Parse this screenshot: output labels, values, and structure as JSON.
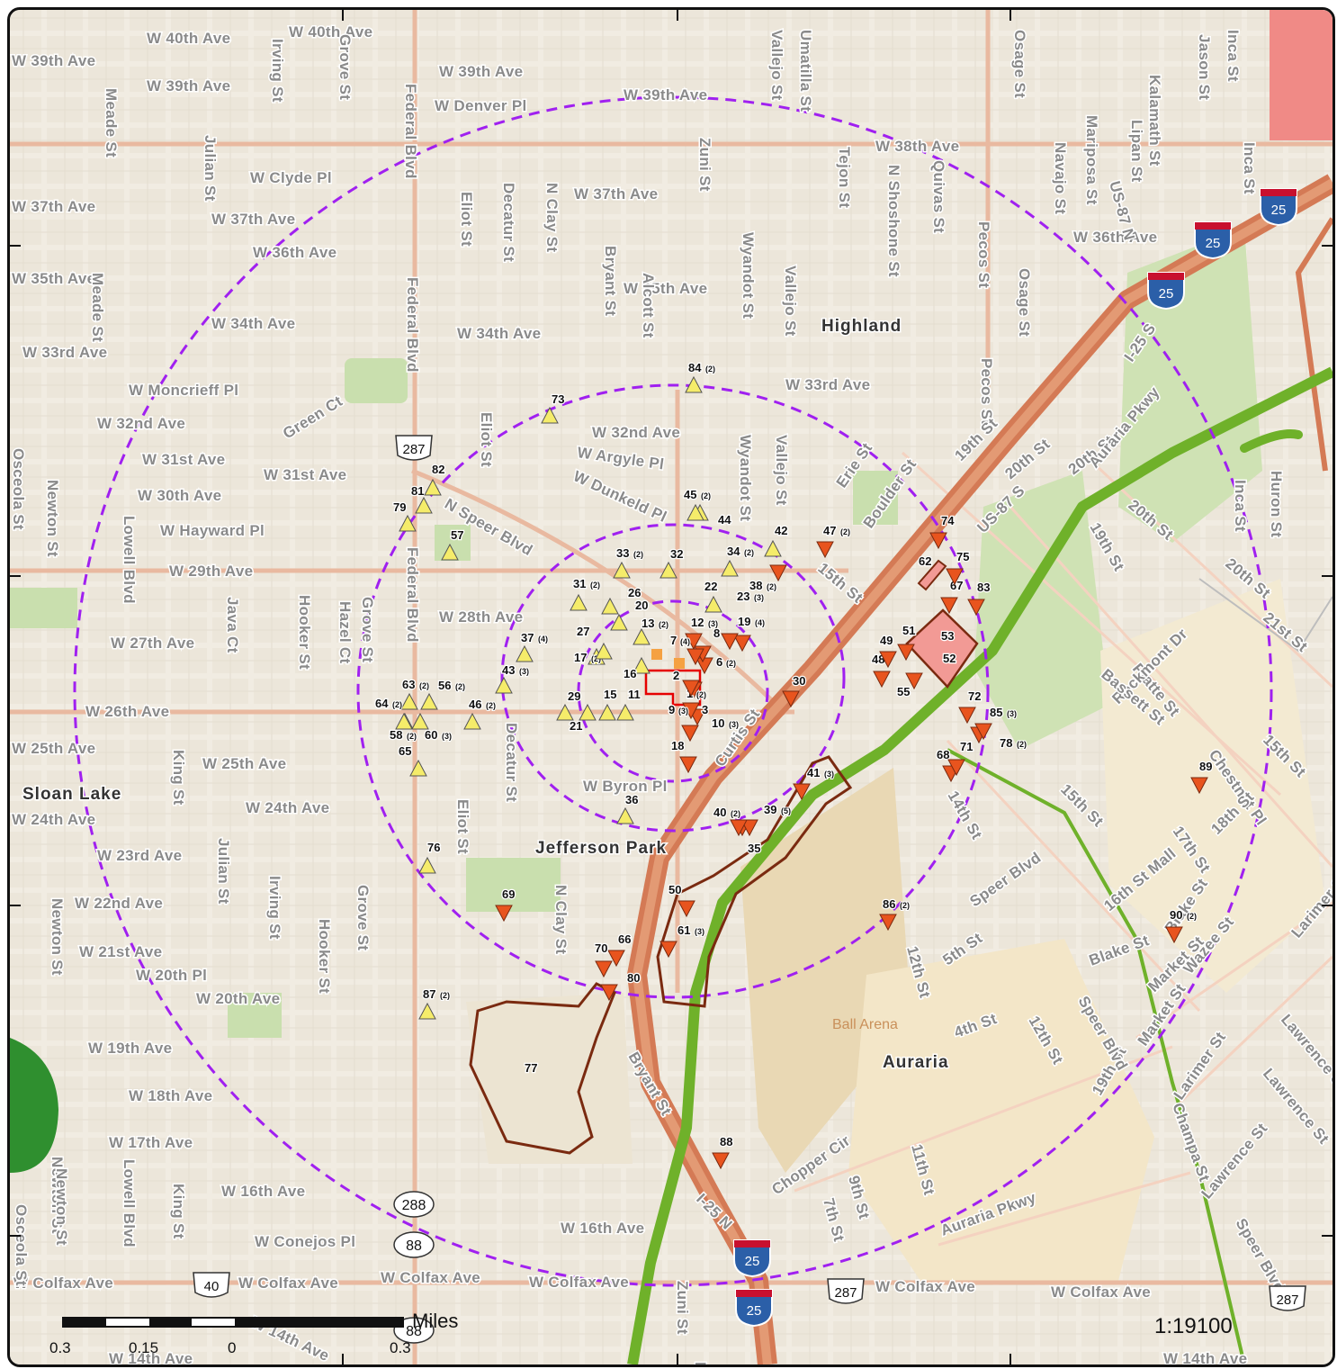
{
  "map": {
    "scale_ratio": "1:19100",
    "scale_bar": {
      "unit": "Miles",
      "ticks": [
        "0.3",
        "0.15",
        "0",
        "0.3"
      ]
    },
    "neighborhoods": [
      "Highland",
      "Jefferson Park",
      "Sloan Lake",
      "Auraria"
    ],
    "poi": [
      "Ball Arena"
    ],
    "colors": {
      "buffer_ring": "#a020f0",
      "site_up": "#f5ec6a",
      "site_down": "#e8541e",
      "focus_outline": "#e60000",
      "polygon_fill": "#f29a95",
      "polygon_outline": "#7a2a10",
      "river": "#6fb12a"
    },
    "route_shields": [
      "287",
      "287",
      "287",
      "288",
      "88",
      "88",
      "40",
      "25",
      "25",
      "25",
      "25",
      "25"
    ],
    "streets": [
      "W 40th Ave",
      "W 40th Ave",
      "W 39th Ave",
      "W 39th Ave",
      "W 39th Ave",
      "W 39th Ave",
      "W Denver Pl",
      "W 38th Ave",
      "W Clyde Pl",
      "W 37th Ave",
      "W 37th Ave",
      "W 37th Ave",
      "W 36th Ave",
      "W 36th Ave",
      "W 35th Ave",
      "W 35th Ave",
      "W 34th Ave",
      "W 34th Ave",
      "W 33rd Ave",
      "W 33rd Ave",
      "W Moncrieff Pl",
      "W 32nd Ave",
      "W 32nd Ave",
      "Green Ct",
      "W Argyle Pl",
      "W 31st Ave",
      "W 31st Ave",
      "W 30th Ave",
      "W Dunkeld Pl",
      "W Hayward Pl",
      "N Speer Blvd",
      "W 29th Ave",
      "W 28th Ave",
      "W 27th Ave",
      "W 26th Ave",
      "W 25th Ave",
      "W 25th Ave",
      "W 24th Ave",
      "W 24th Ave",
      "W Byron Pl",
      "W 23rd Ave",
      "W 22nd Ave",
      "W 21st Ave",
      "W 20th Pl",
      "W 20th Ave",
      "W 19th Ave",
      "W 18th Ave",
      "W 17th Ave",
      "W 16th Ave",
      "W 16th Ave",
      "W Conejos Pl",
      "W Colfax Ave",
      "W Colfax Ave",
      "W Colfax Ave",
      "W Colfax Ave",
      "W Colfax Ave",
      "W Colfax Ave",
      "W 14th Ave",
      "W 14th Ave",
      "W 14th Ave",
      "Meade St",
      "Meade St",
      "Julian St",
      "Julian St",
      "Irving St",
      "Irving St",
      "Grove St",
      "Grove St",
      "Grove St",
      "Federal Blvd",
      "Federal Blvd",
      "Federal Blvd",
      "Eliot St",
      "Eliot St",
      "Eliot St",
      "Decatur St",
      "Decatur St",
      "N Clay St",
      "N Clay St",
      "Bryant St",
      "Bryant St",
      "Alcott St",
      "Zuni St",
      "Zuni St",
      "Wyandot St",
      "Wyandot St",
      "Vallejo St",
      "Vallejo St",
      "Vallejo St",
      "Umatilla St",
      "Tejon St",
      "N Shoshone St",
      "Quivas St",
      "Pecos St",
      "Pecos St",
      "Osage St",
      "Osage St",
      "Navajo St",
      "Mariposa St",
      "Lipan St",
      "Kalamath St",
      "Jason St",
      "Inca St",
      "Inca St",
      "Inca St",
      "Huron St",
      "Newton St",
      "Newton St",
      "Newton St",
      "Newton St",
      "Osceola St",
      "Osceola St",
      "Lowell Blvd",
      "Lowell Blvd",
      "King St",
      "King St",
      "Java Ct",
      "Hooker St",
      "Hooker St",
      "Hazel Ct",
      "Erie St",
      "Boulder St",
      "19th St",
      "19th St",
      "19th St",
      "20th St",
      "20th St",
      "20th St",
      "20th St",
      "21st St",
      "15th St",
      "15th St",
      "15th St",
      "Platte St",
      "Rockmont Dr",
      "Bassett St",
      "Chestnut Pl",
      "17th St",
      "18th St",
      "16th St Mall",
      "Blake St",
      "Blake St",
      "Market St",
      "Market St",
      "Wazee St",
      "Larimer St",
      "Larimer St",
      "Lawrence St",
      "Lawrence St",
      "Lawrence St",
      "14th St",
      "Champa St",
      "Speer Blvd",
      "Speer Blvd",
      "Speer Blvd",
      "12th St",
      "12th St",
      "11th St",
      "9th St",
      "7th St",
      "5th St",
      "4th St",
      "Chopper Cir",
      "Auraria Pkwy",
      "Auraria Pkwy",
      "Curtis St",
      "US-87 S",
      "US-87 N",
      "I-25 N",
      "I-25 S",
      "I-25 S",
      "I-25",
      "Zuni St"
    ],
    "sites": [
      {
        "id": "1",
        "count": "(2)",
        "kind": "down"
      },
      {
        "id": "2",
        "count": "",
        "kind": "down"
      },
      {
        "id": "3",
        "count": "",
        "kind": "down"
      },
      {
        "id": "6",
        "count": "(2)",
        "kind": "down"
      },
      {
        "id": "7",
        "count": "(4)",
        "kind": "down"
      },
      {
        "id": "8",
        "count": "",
        "kind": "down"
      },
      {
        "id": "9",
        "count": "(3)",
        "kind": "down"
      },
      {
        "id": "10",
        "count": "(3)",
        "kind": "down"
      },
      {
        "id": "11",
        "count": "",
        "kind": "up"
      },
      {
        "id": "12",
        "count": "(3)",
        "kind": "down"
      },
      {
        "id": "13",
        "count": "(2)",
        "kind": "up"
      },
      {
        "id": "15",
        "count": "",
        "kind": "up"
      },
      {
        "id": "16",
        "count": "",
        "kind": "up"
      },
      {
        "id": "17",
        "count": "(2)",
        "kind": "up"
      },
      {
        "id": "18",
        "count": "",
        "kind": "down"
      },
      {
        "id": "19",
        "count": "(4)",
        "kind": "down"
      },
      {
        "id": "20",
        "count": "",
        "kind": "up"
      },
      {
        "id": "21",
        "count": "",
        "kind": "up"
      },
      {
        "id": "22",
        "count": "",
        "kind": "up"
      },
      {
        "id": "23",
        "count": "(3)",
        "kind": "down"
      },
      {
        "id": "26",
        "count": "",
        "kind": "up"
      },
      {
        "id": "27",
        "count": "",
        "kind": "up"
      },
      {
        "id": "29",
        "count": "",
        "kind": "up"
      },
      {
        "id": "30",
        "count": "",
        "kind": "down"
      },
      {
        "id": "31",
        "count": "(2)",
        "kind": "up"
      },
      {
        "id": "32",
        "count": "",
        "kind": "up"
      },
      {
        "id": "33",
        "count": "(2)",
        "kind": "up"
      },
      {
        "id": "34",
        "count": "(2)",
        "kind": "up"
      },
      {
        "id": "35",
        "count": "",
        "kind": "down"
      },
      {
        "id": "36",
        "count": "",
        "kind": "up"
      },
      {
        "id": "37",
        "count": "(4)",
        "kind": "up"
      },
      {
        "id": "38",
        "count": "(2)",
        "kind": "down"
      },
      {
        "id": "39",
        "count": "(5)",
        "kind": "down"
      },
      {
        "id": "40",
        "count": "(2)",
        "kind": "down"
      },
      {
        "id": "41",
        "count": "(3)",
        "kind": "down"
      },
      {
        "id": "42",
        "count": "",
        "kind": "up"
      },
      {
        "id": "43",
        "count": "(3)",
        "kind": "up"
      },
      {
        "id": "44",
        "count": "",
        "kind": "up"
      },
      {
        "id": "45",
        "count": "(2)",
        "kind": "up"
      },
      {
        "id": "46",
        "count": "(2)",
        "kind": "up"
      },
      {
        "id": "47",
        "count": "(2)",
        "kind": "down"
      },
      {
        "id": "48",
        "count": "",
        "kind": "down"
      },
      {
        "id": "49",
        "count": "",
        "kind": "down"
      },
      {
        "id": "50",
        "count": "",
        "kind": "down"
      },
      {
        "id": "51",
        "count": "",
        "kind": "down"
      },
      {
        "id": "52",
        "count": "",
        "kind": "poly"
      },
      {
        "id": "53",
        "count": "",
        "kind": "poly"
      },
      {
        "id": "55",
        "count": "",
        "kind": "down"
      },
      {
        "id": "56",
        "count": "(2)",
        "kind": "up"
      },
      {
        "id": "57",
        "count": "",
        "kind": "up"
      },
      {
        "id": "58",
        "count": "(2)",
        "kind": "up"
      },
      {
        "id": "60",
        "count": "(3)",
        "kind": "up"
      },
      {
        "id": "61",
        "count": "(3)",
        "kind": "down"
      },
      {
        "id": "62",
        "count": "",
        "kind": "poly"
      },
      {
        "id": "63",
        "count": "(2)",
        "kind": "up"
      },
      {
        "id": "64",
        "count": "(2)",
        "kind": "up"
      },
      {
        "id": "65",
        "count": "",
        "kind": "up"
      },
      {
        "id": "66",
        "count": "",
        "kind": "down"
      },
      {
        "id": "67",
        "count": "",
        "kind": "down"
      },
      {
        "id": "68",
        "count": "",
        "kind": "down"
      },
      {
        "id": "69",
        "count": "",
        "kind": "down"
      },
      {
        "id": "70",
        "count": "",
        "kind": "down"
      },
      {
        "id": "71",
        "count": "",
        "kind": "down"
      },
      {
        "id": "72",
        "count": "",
        "kind": "down"
      },
      {
        "id": "73",
        "count": "",
        "kind": "up"
      },
      {
        "id": "74",
        "count": "",
        "kind": "down"
      },
      {
        "id": "75",
        "count": "",
        "kind": "down"
      },
      {
        "id": "76",
        "count": "",
        "kind": "up"
      },
      {
        "id": "77",
        "count": "",
        "kind": "poly"
      },
      {
        "id": "78",
        "count": "(2)",
        "kind": "down"
      },
      {
        "id": "79",
        "count": "",
        "kind": "up"
      },
      {
        "id": "80",
        "count": "",
        "kind": "down"
      },
      {
        "id": "81",
        "count": "",
        "kind": "up"
      },
      {
        "id": "82",
        "count": "",
        "kind": "up"
      },
      {
        "id": "83",
        "count": "",
        "kind": "down"
      },
      {
        "id": "84",
        "count": "(2)",
        "kind": "up"
      },
      {
        "id": "85",
        "count": "(3)",
        "kind": "down"
      },
      {
        "id": "86",
        "count": "(2)",
        "kind": "down"
      },
      {
        "id": "87",
        "count": "(2)",
        "kind": "up"
      },
      {
        "id": "88",
        "count": "",
        "kind": "down"
      },
      {
        "id": "89",
        "count": "",
        "kind": "down"
      },
      {
        "id": "90",
        "count": "(2)",
        "kind": "down"
      }
    ]
  }
}
